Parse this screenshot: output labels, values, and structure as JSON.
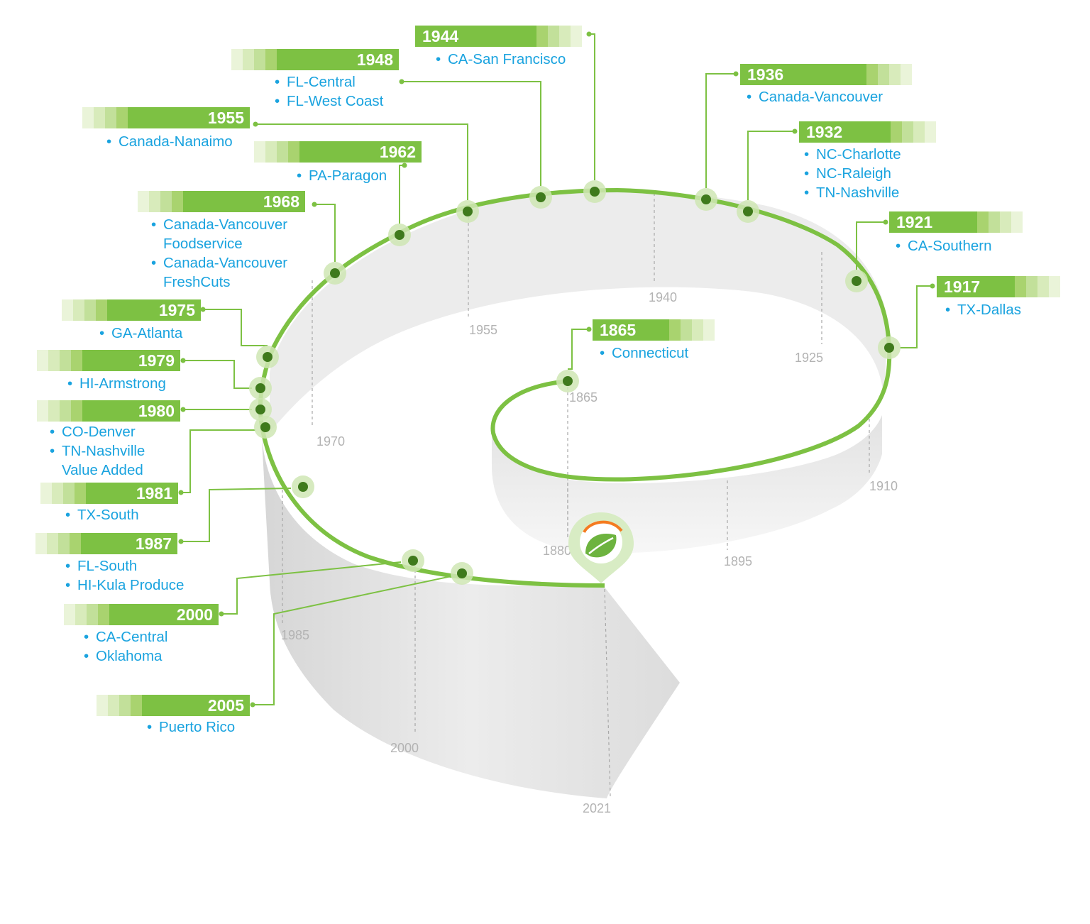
{
  "colors": {
    "accent": "#7dc143",
    "accent_dark": "#3f7a1c",
    "text_blue": "#1aa3df",
    "ribbon": "#e6e6e6",
    "tick_label": "#b3b3b3",
    "logo_leaf": "#6db33f",
    "logo_arc": "#f47b20"
  },
  "icons": {
    "logo": "leaf-location-pin-icon",
    "marker": "dot-marker-icon"
  },
  "timeline_ticks": [
    "1865",
    "1880",
    "1895",
    "1910",
    "1925",
    "1940",
    "1955",
    "1970",
    "1985",
    "2000",
    "2021"
  ],
  "milestones": [
    {
      "year": "1865",
      "locations": [
        [
          "Connecticut"
        ]
      ]
    },
    {
      "year": "1917",
      "locations": [
        [
          "TX-Dallas"
        ]
      ]
    },
    {
      "year": "1921",
      "locations": [
        [
          "CA-Southern"
        ]
      ]
    },
    {
      "year": "1932",
      "locations": [
        [
          "NC-Charlotte"
        ],
        [
          "NC-Raleigh"
        ],
        [
          "TN-Nashville"
        ]
      ]
    },
    {
      "year": "1936",
      "locations": [
        [
          "Canada-Vancouver"
        ]
      ]
    },
    {
      "year": "1944",
      "locations": [
        [
          "CA-San Francisco"
        ]
      ]
    },
    {
      "year": "1948",
      "locations": [
        [
          "FL-Central"
        ],
        [
          "FL-West Coast"
        ]
      ]
    },
    {
      "year": "1955",
      "locations": [
        [
          "Canada-Nanaimo"
        ]
      ]
    },
    {
      "year": "1962",
      "locations": [
        [
          "PA-Paragon"
        ]
      ]
    },
    {
      "year": "1968",
      "locations": [
        [
          "Canada-Vancouver",
          "Foodservice"
        ],
        [
          "Canada-Vancouver",
          "FreshCuts"
        ]
      ]
    },
    {
      "year": "1975",
      "locations": [
        [
          "GA-Atlanta"
        ]
      ]
    },
    {
      "year": "1979",
      "locations": [
        [
          "HI-Armstrong"
        ]
      ]
    },
    {
      "year": "1980",
      "locations": [
        [
          "CO-Denver"
        ],
        [
          "TN-Nashville",
          "Value Added"
        ]
      ]
    },
    {
      "year": "1981",
      "locations": [
        [
          "TX-South"
        ]
      ]
    },
    {
      "year": "1987",
      "locations": [
        [
          "FL-South"
        ],
        [
          "HI-Kula Produce"
        ]
      ]
    },
    {
      "year": "2000",
      "locations": [
        [
          "CA-Central"
        ],
        [
          "Oklahoma"
        ]
      ]
    },
    {
      "year": "2005",
      "locations": [
        [
          "Puerto Rico"
        ]
      ]
    }
  ]
}
